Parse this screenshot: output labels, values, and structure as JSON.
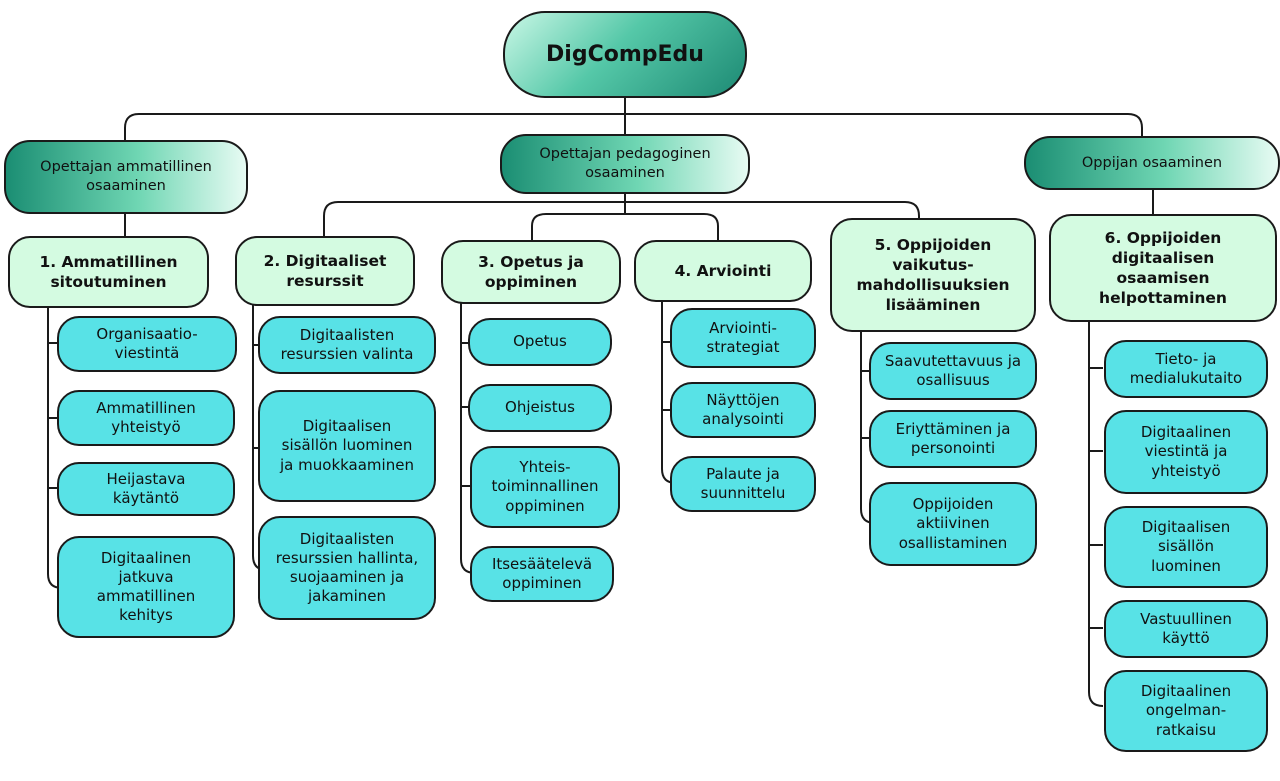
{
  "title": "DigCompEdu",
  "categories": [
    {
      "label": "Opettajan ammatillinen osaaminen"
    },
    {
      "label": "Opettajan pedagoginen osaaminen"
    },
    {
      "label": "Oppijan osaaminen"
    }
  ],
  "areas": [
    {
      "label": "1. Ammatillinen sitoutuminen",
      "items": [
        "Organisaatio-viestintä",
        "Ammatillinen yhteistyö",
        "Heijastava käytäntö",
        "Digitaalinen jatkuva ammatillinen kehitys"
      ]
    },
    {
      "label": "2. Digitaaliset resurssit",
      "items": [
        "Digitaalisten resurssien valinta",
        "Digitaalisen sisällön luominen ja muokkaaminen",
        "Digitaalisten resurssien hallinta, suojaaminen ja jakaminen"
      ]
    },
    {
      "label": "3. Opetus ja oppiminen",
      "items": [
        "Opetus",
        "Ohjeistus",
        "Yhteis-toiminnallinen oppiminen",
        "Itsesäätelevä oppiminen"
      ]
    },
    {
      "label": "4. Arviointi",
      "items": [
        "Arviointi-strategiat",
        "Näyttöjen analysointi",
        "Palaute ja suunnittelu"
      ]
    },
    {
      "label": "5. Oppijoiden vaikutus-mahdollisuuksien lisääminen",
      "items": [
        "Saavutettavuus ja osallisuus",
        "Eriyttäminen ja personointi",
        "Oppijoiden aktiivinen osallistaminen"
      ]
    },
    {
      "label": "6. Oppijoiden digitaalisen osaamisen helpottaminen",
      "items": [
        "Tieto- ja medialukutaito",
        "Digitaalinen viestintä ja yhteistyö",
        "Digitaalisen sisällön luominen",
        "Vastuullinen käyttö",
        "Digitaalinen ongelman-ratkaisu"
      ]
    }
  ]
}
